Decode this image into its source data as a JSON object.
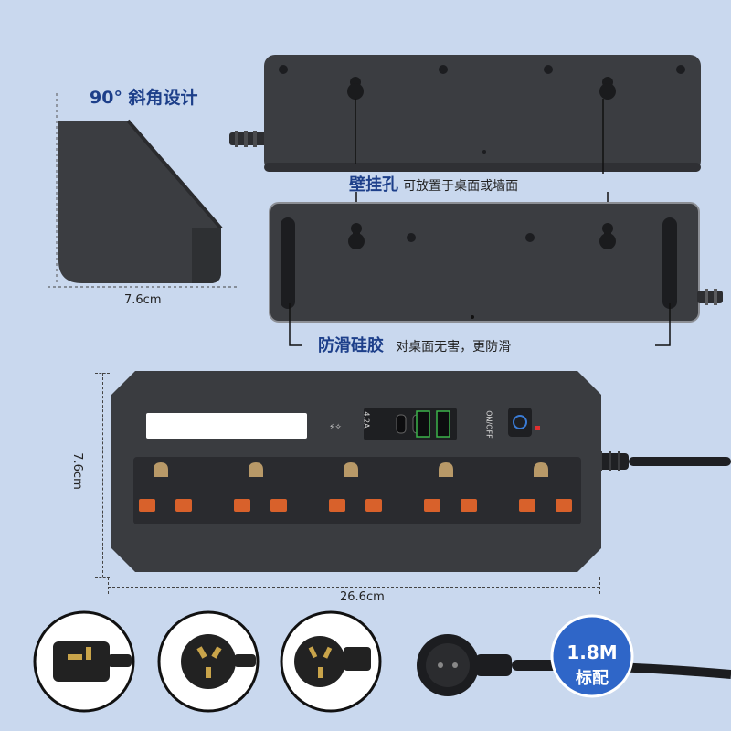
{
  "colors": {
    "background": "#c9d8ee",
    "device_body": "#3a3c40",
    "accent_blue": "#1d3f8a",
    "outlet_orange": "#d8612b",
    "outlet_gold": "#b89968",
    "badge_blue": "#2f66c8"
  },
  "side_view": {
    "title": "90° 斜角设计",
    "width_label": "7.6cm"
  },
  "wall_mount": {
    "label_bold": "壁挂孔",
    "label_text": "可放置于桌面或墙面"
  },
  "anti_slip": {
    "label_bold": "防滑硅胶",
    "label_text": "对桌面无害，更防滑"
  },
  "top_view": {
    "height_label": "7.6cm",
    "length_label": "26.6cm",
    "usb_rating": "4.2A",
    "switch_label": "ON/OFF",
    "icon_names": [
      "usb-type-c-icon",
      "usb-type-c-icon",
      "usb-a-icon",
      "usb-a-icon",
      "power-button-icon"
    ]
  },
  "cable_badge": {
    "length": "1.8M",
    "label": "标配"
  },
  "plug_icons": [
    "uk-plug-icon",
    "au-plug-icon",
    "cn-plug-icon",
    "eu-plug-icon"
  ]
}
